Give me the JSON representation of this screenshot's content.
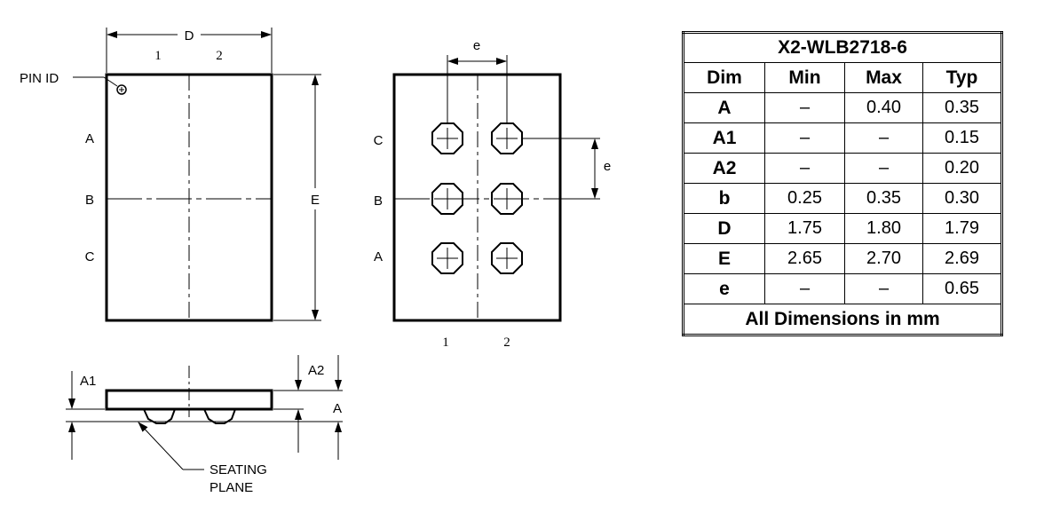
{
  "labels": {
    "D": "D",
    "E": "E",
    "e": "e",
    "pin_id": "PIN ID",
    "col1": "1",
    "col2": "2",
    "row_a": "A",
    "row_b": "B",
    "row_c": "C",
    "A1": "A1",
    "A2": "A2",
    "A": "A",
    "seating_line1": "SEATING",
    "seating_line2": "PLANE"
  },
  "table": {
    "title": "X2-WLB2718-6",
    "headers": [
      "Dim",
      "Min",
      "Max",
      "Typ"
    ],
    "rows": [
      [
        "A",
        "–",
        "0.40",
        "0.35"
      ],
      [
        "A1",
        "–",
        "–",
        "0.15"
      ],
      [
        "A2",
        "–",
        "–",
        "0.20"
      ],
      [
        "b",
        "0.25",
        "0.35",
        "0.30"
      ],
      [
        "D",
        "1.75",
        "1.80",
        "1.79"
      ],
      [
        "E",
        "2.65",
        "2.70",
        "2.69"
      ],
      [
        "e",
        "–",
        "–",
        "0.65"
      ]
    ],
    "footer": "All Dimensions in mm"
  }
}
